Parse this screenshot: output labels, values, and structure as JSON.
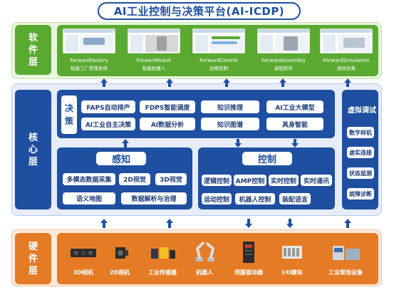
{
  "title": "AI工业控制与决策平台(AI-ICDP)",
  "layers": {
    "software": "软件层",
    "core": "核心层",
    "hardware": "硬件层"
  },
  "software": [
    {
      "name": "ForwardFactory",
      "sub": "智能工厂管理系统"
    },
    {
      "name": "ForwardRobot",
      "sub": "智能机器人"
    },
    {
      "name": "ForwardControl",
      "sub": "边缘控制"
    },
    {
      "name": "ForwardAssembly",
      "sub": "装配软件"
    },
    {
      "name": "ForwardSimulation",
      "sub": "虚拟仿真"
    }
  ],
  "decision": {
    "label": "决策",
    "items": [
      "FAPS自动排产",
      "FDPS智能调度",
      "知识推理",
      "AI工业大模型",
      "AI工业自主决策",
      "AI数据分析",
      "知识图谱",
      "具身智能"
    ]
  },
  "perception": {
    "title": "感知",
    "items": [
      "多模态数据采集",
      "2D视觉",
      "3D视觉",
      "语义地图",
      "数据解析与治理"
    ]
  },
  "control": {
    "title": "控制",
    "items": [
      "逻辑控制",
      "AMP控制",
      "实时控制",
      "实时通讯",
      "运动控制",
      "机器人控制",
      "装配语言"
    ]
  },
  "virtual_debug": {
    "title": "虚拟调试",
    "items": [
      "数字样机",
      "虚实连接",
      "状态监测",
      "故障诊断"
    ]
  },
  "hardware": [
    "3D相机",
    "2D相机",
    "工业传感器",
    "机器人",
    "伺服驱动器",
    "I/O模块",
    "工业现场设备"
  ],
  "colors": {
    "blue": "#1f4fa0",
    "green": "#5aaa32",
    "orange": "#e57b25"
  }
}
